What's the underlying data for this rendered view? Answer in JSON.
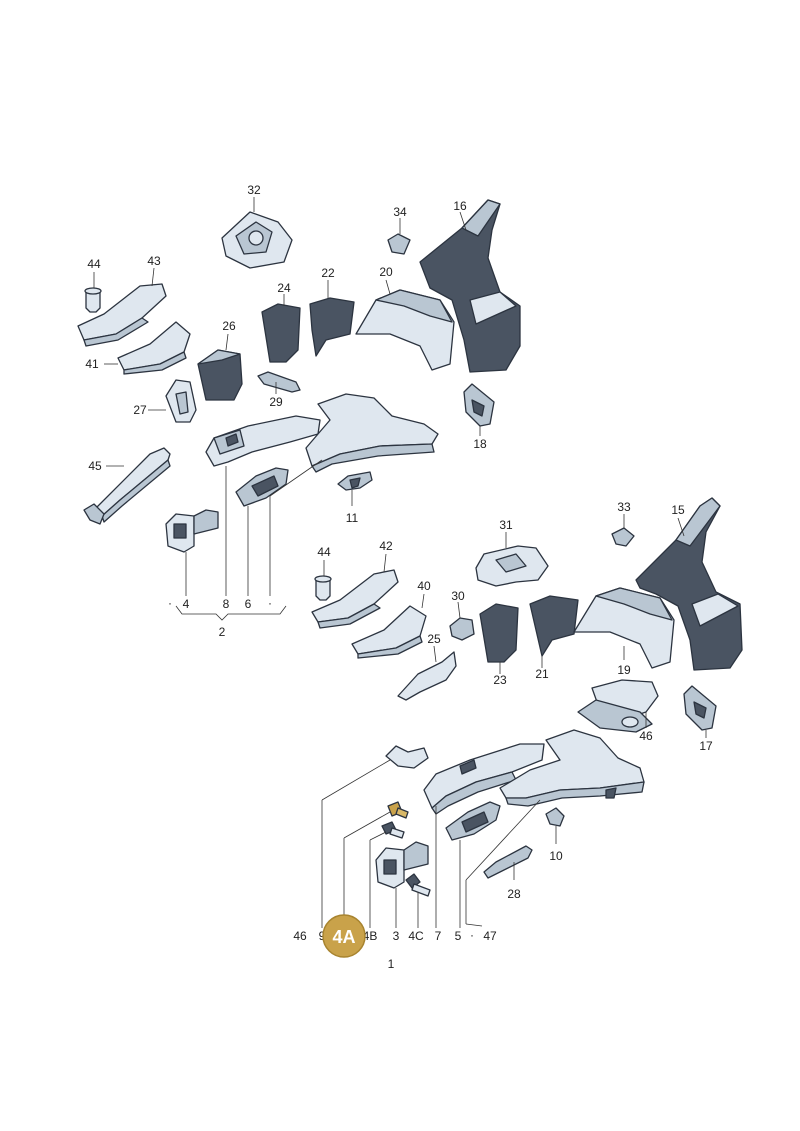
{
  "callout": {
    "label": "4A",
    "color": "#c9a24a"
  },
  "colors": {
    "part_light": "#dfe7ef",
    "part_mid": "#b9c6d2",
    "part_dark": "#4a5462",
    "outline": "#2c3440"
  },
  "labels": {
    "l32": "32",
    "l34": "34",
    "l16": "16",
    "l44a": "44",
    "l43": "43",
    "l24": "24",
    "l22": "22",
    "l20": "20",
    "l26": "26",
    "l41": "41",
    "l27": "27",
    "l29": "29",
    "l18": "18",
    "l45": "45",
    "l11": "11",
    "l4a": "4",
    "l8": "8",
    "l6": "6",
    "l2": "2",
    "l33": "33",
    "l15": "15",
    "l31": "31",
    "l44b": "44",
    "l42": "42",
    "l40": "40",
    "l30": "30",
    "l25": "25",
    "l23": "23",
    "l21": "21",
    "l19": "19",
    "l46a": "46",
    "l17": "17",
    "l10": "10",
    "l28": "28",
    "l46b": "46",
    "l9": "9",
    "l4b": "4B",
    "l3": "3",
    "l4c": "4C",
    "l7": "7",
    "l5": "5",
    "l47": "47",
    "l1": "1"
  }
}
